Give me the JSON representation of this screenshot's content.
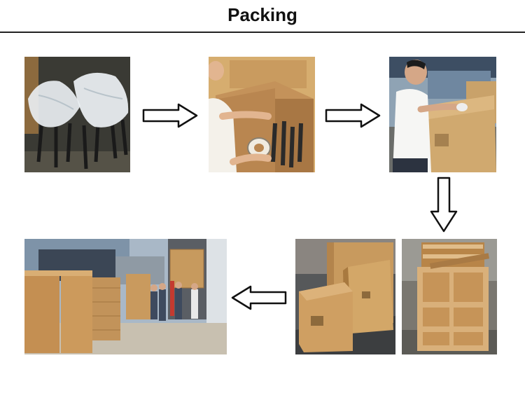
{
  "page": {
    "title": "Packing"
  },
  "colors": {
    "cardboard": "#c89a5e",
    "cardboard_dark": "#9e7240",
    "wrap": "#e8eef2",
    "floor": "#6a6a5c",
    "sky": "#9fb4c8"
  },
  "steps": [
    {
      "icon": "photo-wrapped-chairs"
    },
    {
      "icon": "photo-boxing-items"
    },
    {
      "icon": "photo-sealing-box"
    },
    {
      "icon": "photo-wooden-crate"
    },
    {
      "icon": "photo-stacked-boxes"
    },
    {
      "icon": "photo-loading-truck"
    }
  ]
}
